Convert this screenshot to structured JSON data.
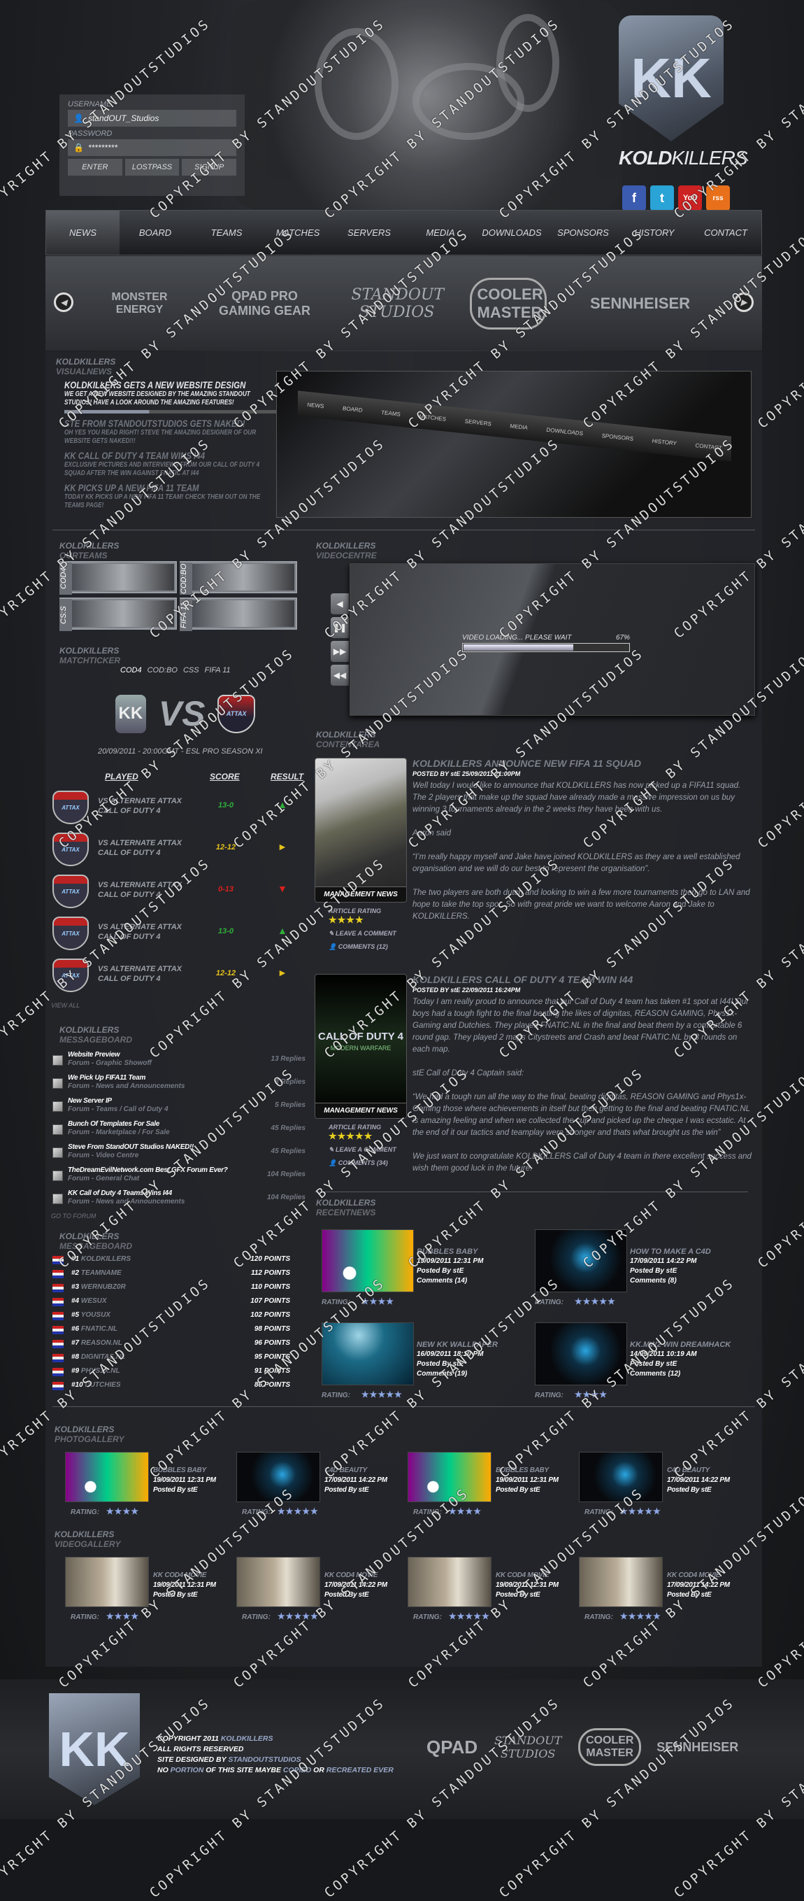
{
  "header": {
    "login": {
      "username_label": "USERNAME",
      "username_value": "standOUT_Studios",
      "password_label": "PASSWORD",
      "password_value": "*********",
      "enter": "ENTER",
      "lostpass": "LOSTPASS",
      "signup": "SIGNUP"
    },
    "brand": {
      "bold": "KOLD",
      "rest": "KILLERS",
      "logo_letters": "KK"
    },
    "social": [
      "f",
      "t",
      "You",
      "rss"
    ]
  },
  "nav": [
    "NEWS",
    "BOARD",
    "TEAMS",
    "MATCHES",
    "SERVERS",
    "MEDIA",
    "DOWNLOADS",
    "SPONSORS",
    "HISTORY",
    "CONTACT"
  ],
  "sponsors": [
    "MONSTER ENERGY",
    "QPAD PRO GAMING GEAR",
    "STANDOUT STUDIOS",
    "COOLER MASTER",
    "SENNHEISER"
  ],
  "visualnews": {
    "heading": [
      "KOLDKILLERS",
      "VISUALNEWS"
    ],
    "progress": 0.4,
    "items": [
      {
        "title": "KOLDKILLERS GETS A NEW WEBSITE DESIGN",
        "text": "WE GET A NEW WEBSITE DESIGNED BY THE AMAZING STANDOUT STUDIOS! HAVE A LOOK AROUND THE AMAZING FEATURES!"
      },
      {
        "title": "STE FROM STANDOUTSTUDIOS GETS NAKED!",
        "text": "OH YES YOU READ RIGHT! STEVE THE  AMAZING DESIGNER OF OUR WEBSITE GETS NAKED!!!"
      },
      {
        "title": "KK CALL OF DUTY 4 TEAM WINS I44",
        "text": "EXCLUSIVE PICTURES AND INTERVIEWS FROM OUR CALL OF DUTY 4 SQUAD AFTER THE WIN AGAINST FNATIC AT I44"
      },
      {
        "title": "KK PICKS UP A NEW FIFA 11 TEAM",
        "text": "TODAY KK PICKS UP A NEW FIFA 11 TEAM! CHECK THEM OUT ON THE TEAMS PAGE!"
      }
    ]
  },
  "teams": {
    "heading": [
      "KOLDKILLERS",
      "OURTEAMS"
    ],
    "items": [
      "COD4",
      "COD:BO",
      "CS:S",
      "FIFA 11"
    ]
  },
  "video": {
    "heading": [
      "KOLDKILLERS",
      "VIDEOCENTRE"
    ],
    "loading": "VIDEO LOADING... PLEASE WAIT",
    "percent": "67%",
    "progress": 0.67,
    "controls": [
      "◀",
      "❚❚",
      "▶▶",
      "◀◀"
    ]
  },
  "ticker": {
    "heading": [
      "KOLDKILLERS",
      "MATCHTICKER"
    ],
    "tabs": [
      "COD4",
      "COD:BO",
      "CSS",
      "FIFA 11"
    ],
    "vs": "VS",
    "opponent_logo": "ATTAX",
    "date": "20/09/2011  - 20:00GMT - ESL PRO SEASON XI",
    "headers": [
      "PLAYED",
      "SCORE",
      "RESULT"
    ],
    "rows": [
      {
        "opp": "VS ALTERNATE ATTAX",
        "game": "CALL OF DUTY 4",
        "score": "13-0",
        "result": "win"
      },
      {
        "opp": "VS ALTERNATE ATTAX",
        "game": "CALL OF DUTY 4",
        "score": "12-12",
        "result": "draw"
      },
      {
        "opp": "VS ALTERNATE ATTAX",
        "game": "CALL OF DUTY 4",
        "score": "0-13",
        "result": "loss"
      },
      {
        "opp": "VS ALTERNATE ATTAX",
        "game": "CALL OF DUTY 4",
        "score": "13-0",
        "result": "win"
      },
      {
        "opp": "VS ALTERNATE ATTAX",
        "game": "CALL OF DUTY 4",
        "score": "12-12",
        "result": "draw"
      }
    ],
    "view_all": "VIEW ALL",
    "colors": {
      "win": "#2fae3a",
      "draw": "#e6c21a",
      "loss": "#d8201c"
    }
  },
  "board": {
    "heading": [
      "KOLDKILLERS",
      "MESSAGEBOARD"
    ],
    "threads": [
      {
        "title": "Website Preview",
        "forum": "Forum - Graphic Showoff",
        "replies": "13 Replies"
      },
      {
        "title": "We Pick Up FIFA11 Team",
        "forum": "Forum - News and Announcements",
        "replies": "8 Replies"
      },
      {
        "title": "New Server IP",
        "forum": "Forum - Teams / Call of Duty 4",
        "replies": "5 Replies"
      },
      {
        "title": "Bunch Of Templates For Sale",
        "forum": "Forum - Marketplace / For Sale",
        "replies": "45 Replies"
      },
      {
        "title": "Steve From StandOUT Studios NAKED!!",
        "forum": "Forum - Video Centre",
        "replies": "45 Replies"
      },
      {
        "title": "TheDreamEvilNetwork.com Best GFX Forum Ever?",
        "forum": "Forum - General Chat",
        "replies": "104 Replies"
      },
      {
        "title": "KK Call of Duty 4 Teams Wins I44",
        "forum": "Forum - News and Announcements",
        "replies": "104 Replies"
      }
    ],
    "go_to_forum": "GO TO FORUM"
  },
  "ranking": {
    "heading": [
      "KOLDKILLERS",
      "MESSAGEBOARD"
    ],
    "rows": [
      {
        "rank": "#1",
        "name": "KOLDKILLERS",
        "points": "120 POINTS"
      },
      {
        "rank": "#2",
        "name": "TEAMNAME",
        "points": "112 POINTS"
      },
      {
        "rank": "#3",
        "name": "WERNUBZ0R",
        "points": "110 POINTS"
      },
      {
        "rank": "#4",
        "name": "WESUX",
        "points": "107 POINTS"
      },
      {
        "rank": "#5",
        "name": "YOUSUX",
        "points": "102 POINTS"
      },
      {
        "rank": "#6",
        "name": "FNATIC.NL",
        "points": "98 POINTS"
      },
      {
        "rank": "#7",
        "name": "REASON.NL",
        "points": "96 POINTS"
      },
      {
        "rank": "#8",
        "name": "DIGNITAS.NL",
        "points": "95 POINTS"
      },
      {
        "rank": "#9",
        "name": "PHYS1X.NL",
        "points": "91 POINTS"
      },
      {
        "rank": "#10",
        "name": "DUTCHIES",
        "points": "86 POINTS"
      }
    ]
  },
  "content": {
    "heading": [
      "KOLDKILLERS",
      "CONTENTAREA"
    ],
    "articles": [
      {
        "title": "KOLDKILLERS ANNOUNCE NEW FIFA 11 SQUAD",
        "posted": "POSTED BY stE 25/09/2011 21:00PM",
        "category": "MANAGEMENT NEWS",
        "rating_label": "ARTICLE RATING",
        "rating": 4,
        "leave": "LEAVE A COMMENT",
        "comments": "COMMENTS (12)",
        "paragraphs": [
          "Well today I would like to announce that KOLDKILLERS has now picked up a FIFA11 squad. The 2 players that make up the squad have already made a massive impression on us buy winning 3 tournaments already in the 2 weeks they have been with us.",
          "Aaron said",
          "“I’m really happy myself and Jake have joined KOLDKILLERS as they are a well established organisation and we will do our best to represent the organisation”.",
          "The two players are both dutch and looking to win a few more tournaments then go to LAN and hope to take the top spot. So with great pride we want to welcome Aaron and Jake to KOLDKILLERS."
        ]
      },
      {
        "title": "KOLDKILLERS CALL OF DUTY 4 TEAM WIN I44",
        "posted": "POSTED BY stE 22/09/2011 16:24PM",
        "category": "MANAGEMENT NEWS",
        "image_text": "CALL OF DUTY 4",
        "image_sub": "MODERN WARFARE",
        "rating_label": "ARTICLE RATING",
        "rating": 5,
        "leave": "LEAVE A COMMENT",
        "comments": "COMMENTS (34)",
        "paragraphs": [
          "Today I am really proud to announce that our Call of Duty 4 team has taken #1 spot at I44!  Our boys had a tough fight to the final beating the likes of dignitas, REASON GAMING, Phys1x-Gaming and Dutchies. They played FNATIC.NL in the final and beat them by a comfortable 6 round gap. They played 2 maps Citystreets and Crash and beat FNATIC.NL by 3 rounds on each map.",
          "stE Call of Duty 4 Captain said:",
          "“We had a tough run all the way to the final, beating dignitas, REASON GAMING and Phys1x-Gaming those where achievements in itself but then getting to the final and beating FNATIC.NL is amazing feeling and when we collected the cup and picked up the cheque I was ecstatic. At the end of it our tactics and teamplay were stronger and thats what brought us the win”",
          "We just want to congratulate KOLDKILLERS Call of Duty 4 team in there excellent success and wish them good luck in the future."
        ]
      }
    ]
  },
  "recent": {
    "heading": [
      "KOLDKILLERS",
      "RECENTNEWS"
    ],
    "rating_label": "RATING:",
    "items": [
      {
        "title": "BUBBLES BABY",
        "date": "19/09/2011 12:31 PM",
        "by": "Posted By stE",
        "comments": "Comments (14)",
        "rating": 4,
        "thumb": "bubbles"
      },
      {
        "title": "HOW TO MAKE A C4D",
        "date": "17/09/2011 14:22 PM",
        "by": "Posted By stE",
        "comments": "Comments (8)",
        "rating": 5,
        "thumb": "c4d"
      },
      {
        "title": "NEW KK WALLPAPER",
        "date": "16/09/2011 18:10 PM",
        "by": "Posted By stE",
        "comments": "Comments (19)",
        "rating": 5,
        "thumb": "sea"
      },
      {
        "title": "KK.MW2 WIN DREAMHACK",
        "date": "14/09/2011 10:19 AM",
        "by": "Posted By stE",
        "comments": "Comments (12)",
        "rating": 4,
        "thumb": "c4d"
      }
    ]
  },
  "photos": {
    "heading": [
      "KOLDKILLERS",
      "PHOTOGALLERY"
    ],
    "rating_label": "RATING:",
    "items": [
      {
        "title": "BUBBLES BABY",
        "date": "19/09/2011 12:31 PM",
        "by": "Posted By stE",
        "rating": 4,
        "thumb": "bubbles"
      },
      {
        "title": "C4D BEAUTY",
        "date": "17/09/2011 14:22 PM",
        "by": "Posted By stE",
        "rating": 5,
        "thumb": "c4d"
      },
      {
        "title": "BUBBLES BABY",
        "date": "19/09/2011 12:31 PM",
        "by": "Posted By stE",
        "rating": 4,
        "thumb": "bubbles"
      },
      {
        "title": "C4D BEAUTY",
        "date": "17/09/2011 14:22 PM",
        "by": "Posted By stE",
        "rating": 5,
        "thumb": "c4d"
      }
    ]
  },
  "videos": {
    "heading": [
      "KOLDKILLERS",
      "VIDEOGALLERY"
    ],
    "rating_label": "RATING:",
    "items": [
      {
        "title": "KK COD4 MOVIE",
        "date": "19/09/2011 12:31 PM",
        "by": "Posted By stE",
        "rating": 4,
        "thumb": "cod"
      },
      {
        "title": "KK COD4 MOVIE",
        "date": "17/09/2011 14:22 PM",
        "by": "Posted By stE",
        "rating": 5,
        "thumb": "cod"
      },
      {
        "title": "KK COD4 MOVIE",
        "date": "19/09/2011 12:31 PM",
        "by": "Posted By stE",
        "rating": 5,
        "thumb": "cod"
      },
      {
        "title": "KK COD4 MOVIE",
        "date": "17/09/2011 14:22 PM",
        "by": "Posted By stE",
        "rating": 5,
        "thumb": "cod"
      }
    ]
  },
  "footer": {
    "lines": [
      [
        {
          "t": "COPYRIGHT 2011 "
        },
        {
          "t": "KOLDKILLERS",
          "a": 1
        }
      ],
      [
        {
          "t": "ALL RIGHTS RESERVED"
        }
      ],
      [
        {
          "t": "SITE DESIGNED BY "
        },
        {
          "t": "STANDOUTSTUDIOS",
          "a": 1
        }
      ],
      [
        {
          "t": "NO "
        },
        {
          "t": "PORTION",
          "a": 1
        },
        {
          "t": " OF THIS SITE MAYBE "
        },
        {
          "t": "COPIED",
          "a": 1
        },
        {
          "t": " OR "
        },
        {
          "t": "RECREATED EVER",
          "a": 1
        }
      ]
    ],
    "sponsors": [
      "QPAD",
      "STANDOUT STUDIOS",
      "COOLER MASTER",
      "SENNHEISER"
    ]
  },
  "watermark": "COPYRIGHT BY STANDOUTSTUDIOS"
}
